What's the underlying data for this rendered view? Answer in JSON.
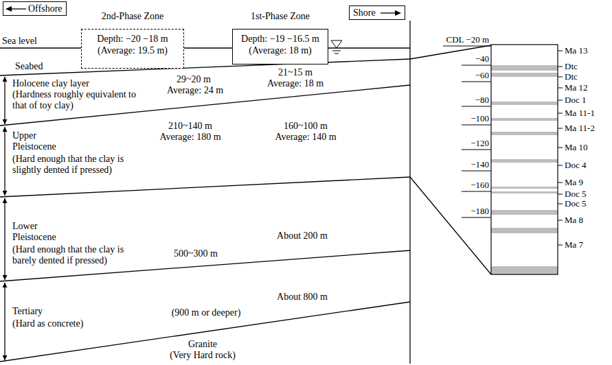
{
  "diagram": {
    "nodes": [
      {
        "text": [
          "Offshore"
        ]
      },
      {
        "text": [
          "Shore"
        ]
      },
      {
        "text": [
          "2nd-Phase Zone",
          "Depth: −20 −18 m",
          "(Average: 19.5 m)"
        ]
      },
      {
        "text": [
          "1st-Phase Zone",
          "Depth: −19 −16.5 m",
          "(Average: 18 m)"
        ]
      }
    ],
    "labels": [
      "Sea level",
      "Seabed",
      "Holocene clay layer",
      "(Hardness roughly equivalent to that of toy clay)",
      "29~20 m",
      "Average: 24 m",
      "21~15 m",
      "Average: 18 m",
      "Upper Pleistocene",
      "(Hard enough that the clay is slightly dented if pressed)",
      "210~140 m",
      "Average: 180 m",
      "160~100 m",
      "Average: 140 m",
      "Lower Pleistocene",
      "(Hard enough that the clay is barely dented if pressed)",
      "500~300 m",
      "About 200 m",
      "About 800 m",
      "(900 m or deeper)",
      "Tertiary",
      "(Hard as concrete)",
      "Granite",
      "(Very Hard rock)",
      "CDL −20 m",
      "−40",
      "−60",
      "−80",
      "−100",
      "−120",
      "−140",
      "−160",
      "−180",
      "Ma 13",
      "Dtc",
      "Dtc",
      "Ma 12",
      "Doc 1",
      "Ma 11-1",
      "Ma 11-2",
      "Ma 10",
      "Doc 4",
      "Ma 9",
      "Doc 5",
      "Doc 5",
      "Ma 8",
      "Ma 7"
    ]
  }
}
